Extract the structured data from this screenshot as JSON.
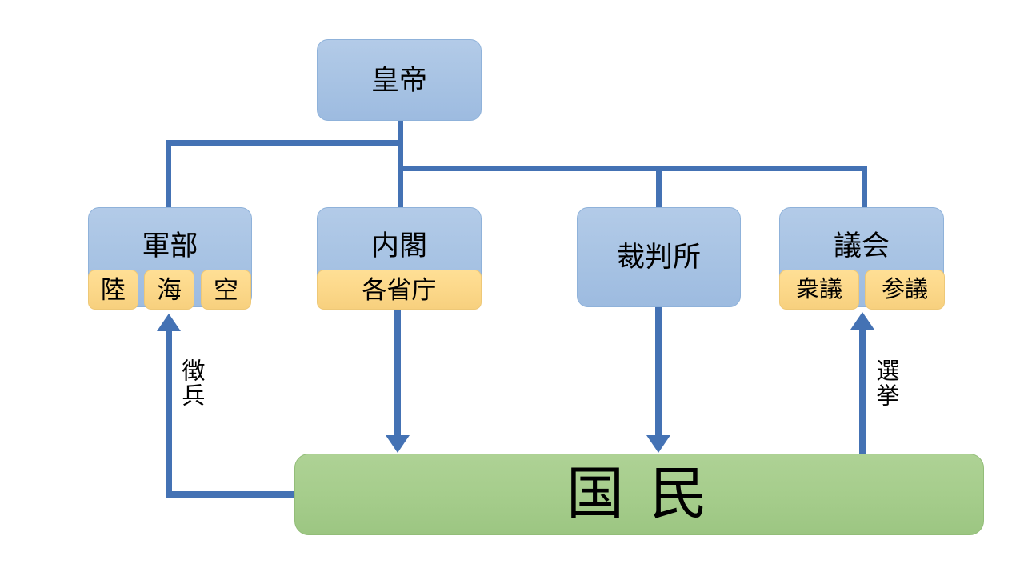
{
  "diagram": {
    "title_text": "",
    "colors": {
      "node_blue": "#a9c4e4",
      "node_yellow": "#fbd68a",
      "node_green": "#a6cd8c",
      "connector": "#4472b4",
      "text": "#000000",
      "background": "#ffffff"
    },
    "nodes": {
      "emperor": {
        "label": "皇帝"
      },
      "military": {
        "label": "軍部",
        "branches": [
          {
            "label": "陸"
          },
          {
            "label": "海"
          },
          {
            "label": "空"
          }
        ]
      },
      "cabinet": {
        "label": "内閣",
        "branches": [
          {
            "label": "各省庁"
          }
        ]
      },
      "court": {
        "label": "裁判所"
      },
      "parliament": {
        "label": "議会",
        "branches": [
          {
            "label": "衆議"
          },
          {
            "label": "参議"
          }
        ]
      },
      "people": {
        "label": "国 民"
      }
    },
    "edge_labels": {
      "conscription": "徴兵",
      "election": "選挙"
    }
  }
}
